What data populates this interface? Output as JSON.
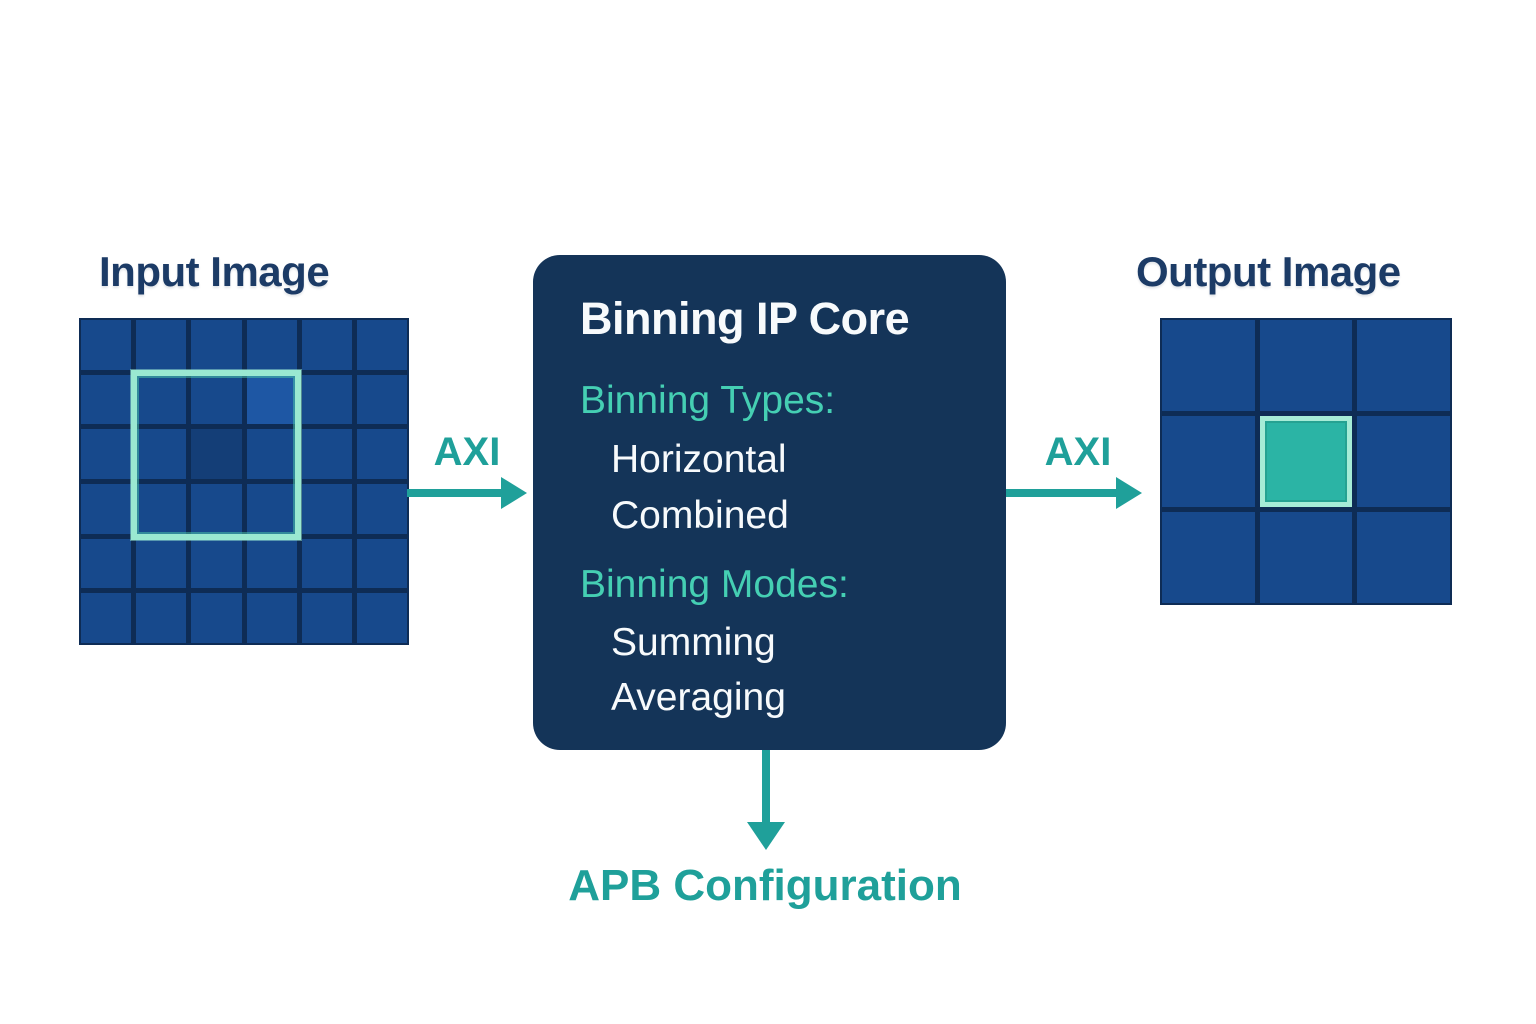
{
  "colors": {
    "background": "#ffffff",
    "navy_text": "#1c3b66",
    "cell_blue": "#17498c",
    "cell_blue_light": "#1e57a4",
    "cell_blue_dark": "#143e77",
    "grid_line": "#0e2c55",
    "core_box": "#143458",
    "teal_heading": "#45cfb3",
    "teal_accent": "#1fa09a",
    "mint_highlight_border": "#9ae8d1",
    "binned_cell_fill": "#2bb4a5",
    "binned_cell_border": "#a6ecd7",
    "white_text": "#f7fafc"
  },
  "input": {
    "title": "Input Image",
    "grid": {
      "rows": 6,
      "cols": 6,
      "cell_variants": [
        {
          "row": 2,
          "col": 4,
          "variant": "light"
        },
        {
          "row": 3,
          "col": 3,
          "variant": "dark"
        }
      ],
      "highlight_window": {
        "row_start": 2,
        "col_start": 2,
        "row_span": 3,
        "col_span": 3
      }
    }
  },
  "core_block": {
    "title": "Binning IP Core",
    "sections": [
      {
        "heading": "Binning Types:",
        "items": [
          "Horizontal",
          "Combined"
        ]
      },
      {
        "heading": "Binning Modes:",
        "items": [
          "Summing",
          "Averaging"
        ]
      }
    ]
  },
  "output": {
    "title": "Output Image",
    "grid": {
      "rows": 3,
      "cols": 3,
      "binned_cell": {
        "row": 2,
        "col": 2
      }
    }
  },
  "buses": {
    "axi_in_label": "AXI",
    "axi_out_label": "AXI",
    "apb_label": "APB Configuration"
  }
}
